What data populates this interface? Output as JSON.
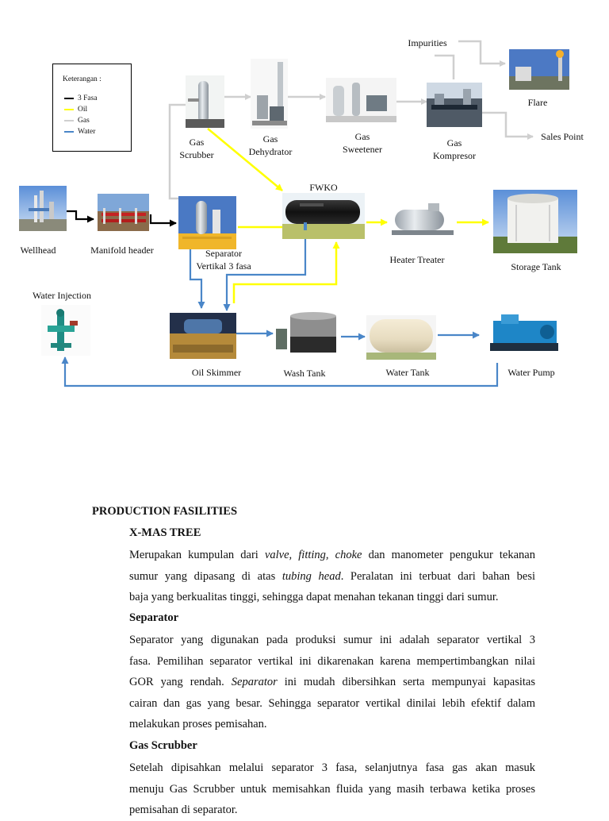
{
  "legend": {
    "title": "Keterangan :",
    "items": [
      {
        "label": "3 Fasa",
        "color": "#000000"
      },
      {
        "label": "Oil",
        "color": "#ffff00"
      },
      {
        "label": "Gas",
        "color": "#cfcfcf"
      },
      {
        "label": "Water",
        "color": "#4a86c8"
      }
    ]
  },
  "nodes": {
    "wellhead": "Wellhead",
    "manifold": "Manifold header",
    "separator_1": "Separator",
    "separator_2": "Vertikal 3 fasa",
    "gas_scrubber_1": "Gas",
    "gas_scrubber_2": "Scrubber",
    "gas_dehydrator_1": "Gas",
    "gas_dehydrator_2": "Dehydrator",
    "gas_sweetener_1": "Gas",
    "gas_sweetener_2": "Sweetener",
    "gas_kompresor_1": "Gas",
    "gas_kompresor_2": "Kompresor",
    "impurities": "Impurities",
    "flare": "Flare",
    "sales_point": "Sales Point",
    "fwko": "FWKO",
    "heater_treater": "Heater Treater",
    "storage_tank": "Storage Tank",
    "water_injection": "Water Injection",
    "oil_skimmer": "Oil Skimmer",
    "wash_tank": "Wash Tank",
    "water_tank": "Water Tank",
    "water_pump": "Water Pump"
  },
  "document": {
    "heading": "PRODUCTION FASILITIES",
    "sections": [
      {
        "title": "X-MAS TREE",
        "lines": [
          [
            "Merupakan kumpulan dari ",
            {
              "i": "valve, fitting, choke"
            },
            " dan manometer pengukur tekanan"
          ],
          [
            "sumur yang dipasang di atas ",
            {
              "i": "tubing head"
            },
            ". Peralatan ini terbuat dari bahan besi"
          ],
          [
            "baja yang berkualitas tinggi, sehingga dapat menahan tekanan tinggi dari sumur."
          ]
        ]
      },
      {
        "title": "Separator",
        "lines": [
          [
            "Separator yang digunakan pada produksi sumur ini adalah separator vertikal 3"
          ],
          [
            "fasa. Pemilihan separator vertikal ini dikarenakan karena mempertimbangkan nilai"
          ],
          [
            "GOR yang rendah. ",
            {
              "i": "Separator"
            },
            " ini mudah dibersihkan serta mempunyai kapasitas"
          ],
          [
            "cairan dan gas yang besar. Sehingga separator vertikal dinilai lebih efektif dalam"
          ],
          [
            "melakukan proses pemisahan."
          ]
        ]
      },
      {
        "title": "Gas Scrubber",
        "lines": [
          [
            "Setelah dipisahkan melalui separator 3 fasa, selanjutnya fasa gas akan masuk"
          ],
          [
            "menuju Gas Scrubber untuk memisahkan fluida yang masih terbawa ketika proses"
          ],
          [
            "pemisahan di separator."
          ]
        ]
      }
    ]
  }
}
